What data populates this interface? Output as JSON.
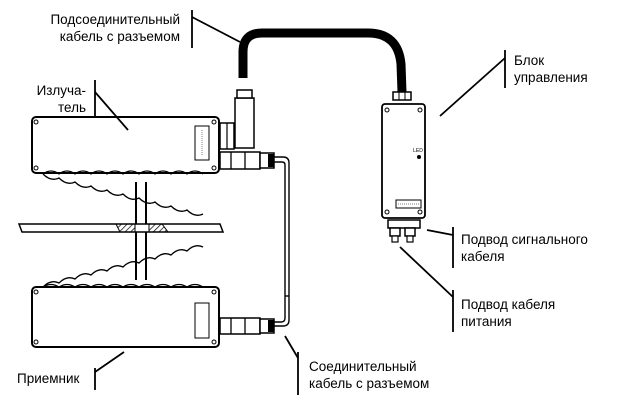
{
  "labels": {
    "connecting_cable_top": [
      "Подсоединительный",
      "кабель с разъемом"
    ],
    "emitter": [
      "Излуча-",
      "тель"
    ],
    "control_unit": [
      "Блок",
      "управления"
    ],
    "signal_cable": [
      "Подвод сигнального",
      "кабеля"
    ],
    "power_cable": [
      "Подвод кабеля",
      "питания"
    ],
    "connecting_cable_bottom": [
      "Соединительный",
      "кабель с разъемом"
    ],
    "receiver": [
      "Приемник"
    ]
  },
  "device_marks": {
    "led_label": "LED"
  }
}
